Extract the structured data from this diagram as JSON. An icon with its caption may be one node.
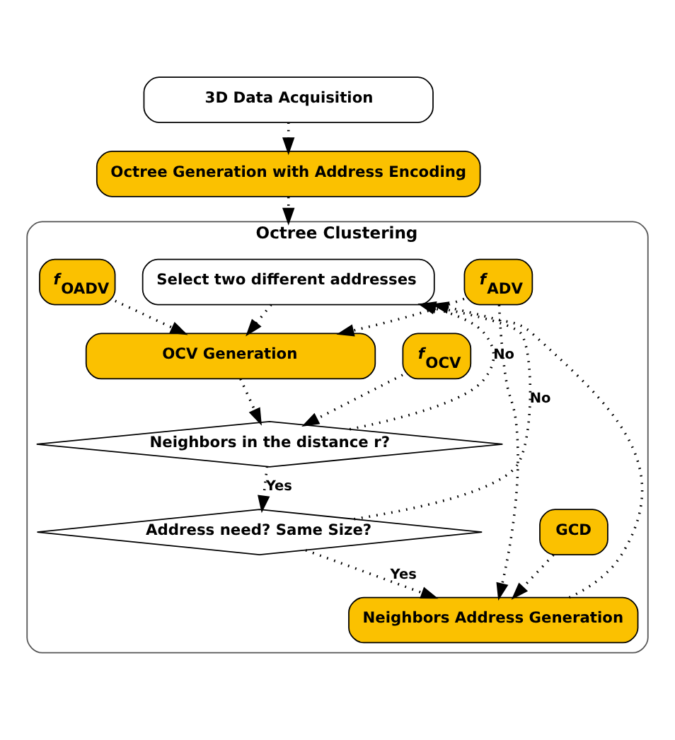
{
  "diagram": {
    "nodes": [
      {
        "text": [
          "3D Data Acquisition"
        ]
      },
      {
        "text": [
          "Octree Generation with Address Encoding"
        ]
      },
      {
        "text": [
          "Octree Clustering"
        ]
      },
      {
        "text": [
          "Select two different addresses"
        ],
        "in": 2
      },
      {
        "text": [
          "OCV Generation"
        ],
        "in": 2
      },
      {
        "text": [
          "Neighbors in the distance r?"
        ],
        "in": 2
      },
      {
        "text": [
          "Address need? Same Size?"
        ],
        "in": 2
      },
      {
        "text": [
          "Neighbors Address Generation"
        ],
        "in": 2
      },
      {
        "text": [
          "*f*$_{ADV}$"
        ],
        "in": 2
      },
      {
        "text": [
          "*f*$_{OADV}$"
        ],
        "in": 2
      },
      {
        "text": [
          "*f*$_{OCV}$"
        ],
        "in": 2
      },
      {
        "text": [
          "GCD"
        ],
        "in": 2
      }
    ],
    "edges": [
      {
        "from": 0,
        "to": 1,
        "arrow": "to"
      },
      {
        "from": 1,
        "to": 2,
        "arrow": "to"
      },
      {
        "from": 3,
        "to": 4,
        "arrow": "to"
      },
      {
        "from": 4,
        "to": 5,
        "arrow": "to"
      },
      {
        "from": 5,
        "to": 6,
        "arrow": "to",
        "label": "Yes"
      },
      {
        "from": 6,
        "to": 7,
        "arrow": "to",
        "label": "Yes"
      },
      {
        "from": 5,
        "to": 3,
        "arrow": "to",
        "label": "No"
      },
      {
        "from": 6,
        "to": 3,
        "arrow": "to",
        "label": "No"
      },
      {
        "from": 7,
        "to": 3,
        "arrow": "to"
      },
      {
        "from": 8,
        "to": 4,
        "arrow": "to"
      },
      {
        "from": 8,
        "to": 7,
        "arrow": "to"
      },
      {
        "from": 9,
        "to": 4,
        "arrow": "to"
      },
      {
        "from": 10,
        "to": 5,
        "arrow": "to"
      },
      {
        "from": 11,
        "to": 7,
        "arrow": "to"
      }
    ]
  }
}
